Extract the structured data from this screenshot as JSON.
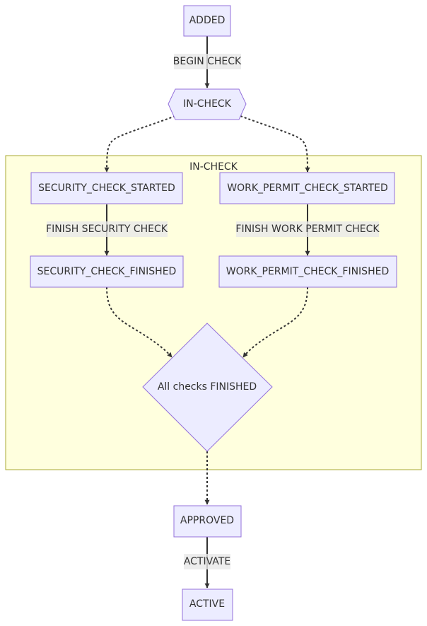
{
  "cluster": {
    "title": "IN-CHECK"
  },
  "nodes": {
    "added": "ADDED",
    "in_check": "IN-CHECK",
    "security_started": "SECURITY_CHECK_STARTED",
    "work_permit_started": "WORK_PERMIT_CHECK_STARTED",
    "security_finished": "SECURITY_CHECK_FINISHED",
    "work_permit_finished": "WORK_PERMIT_CHECK_FINISHED",
    "all_checks": "All checks FINISHED",
    "approved": "APPROVED",
    "active": "ACTIVE"
  },
  "edge_labels": {
    "begin_check": "BEGIN CHECK",
    "finish_security": "FINISH SECURITY CHECK",
    "finish_work_permit": "FINISH WORK PERMIT CHECK",
    "activate": "ACTIVATE"
  },
  "colors": {
    "node_fill": "#ececff",
    "node_stroke": "#9370db",
    "cluster_fill": "#ffffde",
    "cluster_stroke": "#aaaa33",
    "edge": "#333333",
    "label_bg": "#e8e8e8"
  }
}
